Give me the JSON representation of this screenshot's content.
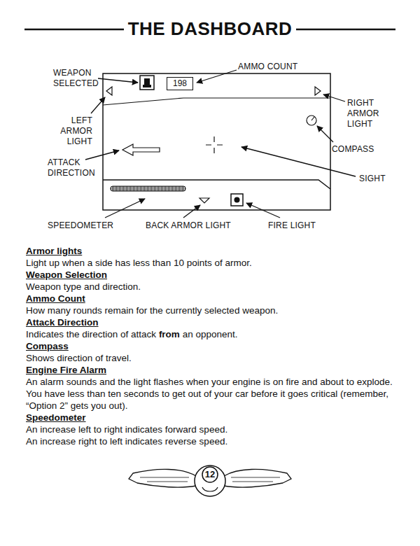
{
  "diagram": {
    "title": "THE DASHBOARD",
    "nodes": [
      {
        "text": [
          "198"
        ]
      }
    ],
    "labels": [
      "WEAPON SELECTED",
      "AMMO COUNT",
      "LEFT ARMOR LIGHT",
      "RIGHT ARMOR LIGHT",
      "COMPASS",
      "ATTACK DIRECTION",
      "SIGHT",
      "SPEEDOMETER",
      "BACK ARMOR LIGHT",
      "FIRE LIGHT",
      "Armor lights",
      "Light up when a side has less than 10 points of armor.",
      "Weapon Selection",
      "Weapon type and direction.",
      "Ammo Count",
      "How many rounds remain for  the currently selected weapon.",
      "Attack Direction",
      "Indicates the direction of attack",
      "from",
      "an opponent.",
      "Compass",
      "Shows direction of travel.",
      "Engine Fire Alarm",
      "An alarm sounds and the light flashes when your engine is on fire and about to explode. You have less than ten seconds to get out of your car before it goes critical (remember, “Option 2” gets you out).",
      "Speedometer",
      "An increase left to right indicates forward speed.",
      "An increase right to left indicates reverse speed.",
      "12"
    ]
  }
}
